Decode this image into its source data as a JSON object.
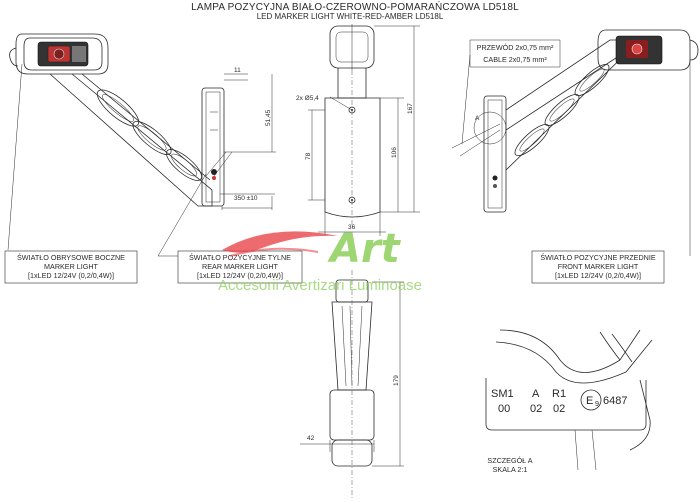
{
  "title": "LAMPA POZYCYJNA BIAŁO-CZEROWNO-POMARAŃCZOWA LD518L",
  "subtitle": "LED MARKER LIGHT WHITE-RED-AMBER LD518L",
  "cable": {
    "pl": "PRZEWÓD 2x0,75 mm²",
    "en": "CABLE 2x0,75 mm²"
  },
  "holes": "2x Ø5,4",
  "dimensions": {
    "d11": "11",
    "d51": "51,45",
    "d78": "78",
    "d106": "106",
    "d167": "167",
    "d350": "350 ±10",
    "d36": "36",
    "d179": "179",
    "d42": "42"
  },
  "detail_marker": "A",
  "side_label": {
    "pl": "ŚWIATŁO OBRYSOWE BOCZNE",
    "en": "MARKER LIGHT",
    "spec": "[1xLED 12/24V (0,2/0,4W)]"
  },
  "rear_label": {
    "pl": "ŚWIATŁO POZYCYJNE TYLNE",
    "en": "REAR MARKER LIGHT",
    "spec": "[1xLED 12/24V (0,2/0,4W)]"
  },
  "front_label": {
    "pl": "ŚWIATŁO POZYCYJNE PRZEDNIE",
    "en": "FRONT MARKER LIGHT",
    "spec": "[1xLED 12/24V (0,2/0,4W)]"
  },
  "watermark": {
    "logo": "Art",
    "text": "Accesorii Avertizari Luminoase"
  },
  "detail": {
    "row1": [
      "SM1",
      "A",
      "R1"
    ],
    "row2": [
      "00",
      "02",
      "02"
    ],
    "emark": "E",
    "emark_num": "9",
    "approval": "6487",
    "caption": "SZCZEGÓŁ A",
    "scale": "SKALA 2:1"
  },
  "colors": {
    "line": "#2a2a2a",
    "watermark_green": "#8cd05a",
    "watermark_red": "#e8454a"
  }
}
